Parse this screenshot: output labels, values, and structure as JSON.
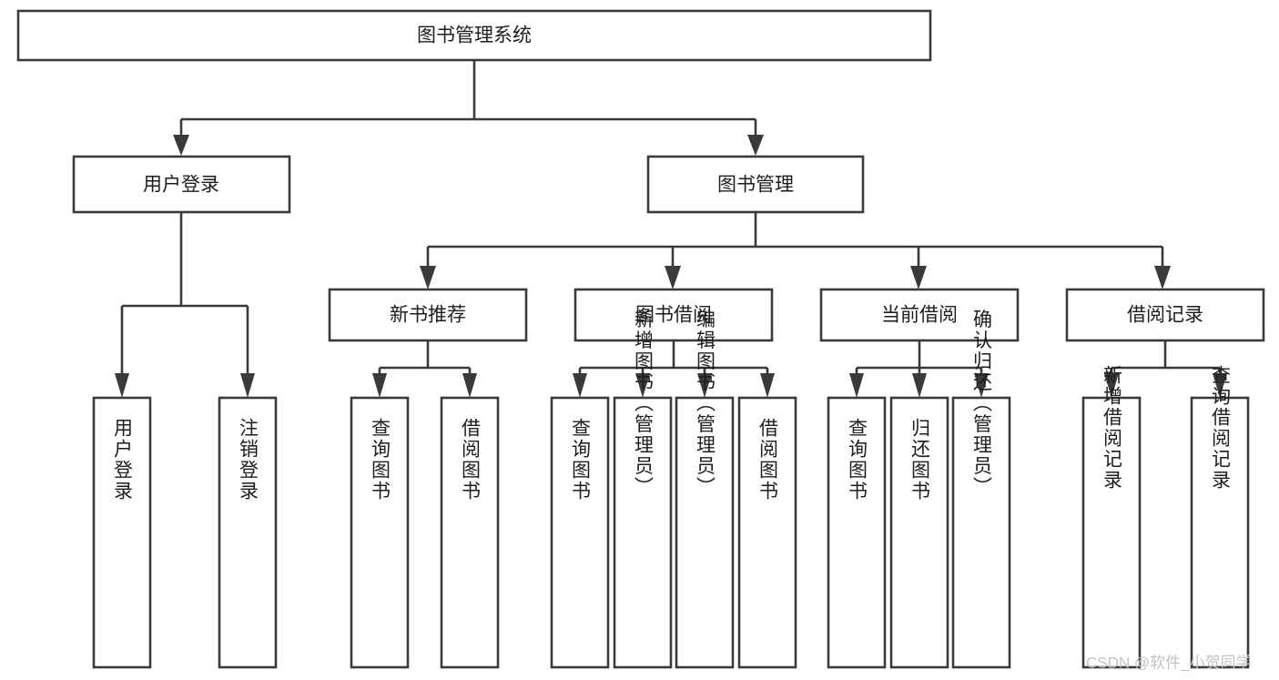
{
  "diagram": {
    "type": "tree-hierarchy",
    "title": "图书管理系统",
    "root": {
      "id": "root",
      "label": "图书管理系统"
    },
    "level1": [
      {
        "id": "user-login",
        "label": "用户登录"
      },
      {
        "id": "book-manage",
        "label": "图书管理"
      }
    ],
    "level2": [
      {
        "id": "new-book-recommend",
        "label": "新书推荐",
        "parent": "book-manage"
      },
      {
        "id": "book-borrow",
        "label": "图书借阅",
        "parent": "book-manage"
      },
      {
        "id": "current-borrow",
        "label": "当前借阅",
        "parent": "book-manage"
      },
      {
        "id": "borrow-record",
        "label": "借阅记录",
        "parent": "book-manage"
      }
    ],
    "leaves": {
      "user-login": [
        {
          "id": "leaf-user-login",
          "label": "用户登录"
        },
        {
          "id": "leaf-logout",
          "label": "注销登录"
        }
      ],
      "new-book-recommend": [
        {
          "id": "leaf-query-book-1",
          "label": "查询图书"
        },
        {
          "id": "leaf-borrow-book-1",
          "label": "借阅图书"
        }
      ],
      "book-borrow": [
        {
          "id": "leaf-query-book-2",
          "label": "查询图书"
        },
        {
          "id": "leaf-add-book",
          "label": "新增图书（管理员）"
        },
        {
          "id": "leaf-edit-book",
          "label": "编辑图书（管理员）"
        },
        {
          "id": "leaf-borrow-book-2",
          "label": "借阅图书"
        }
      ],
      "current-borrow": [
        {
          "id": "leaf-query-book-3",
          "label": "查询图书"
        },
        {
          "id": "leaf-return-book",
          "label": "归还图书"
        },
        {
          "id": "leaf-confirm-return",
          "label": "确认归还（管理员）"
        }
      ],
      "borrow-record": [
        {
          "id": "leaf-add-record",
          "label": "新增借阅记录"
        },
        {
          "id": "leaf-query-record",
          "label": "查询借阅记录"
        }
      ]
    }
  },
  "watermark": {
    "text": "CSDN @软件_小贺同学"
  },
  "colors": {
    "background": "#ffffff",
    "box_fill": "#ffffff",
    "box_stroke": "#3a3a3a",
    "text": "#1d1d1d",
    "watermark": "#c3c3c3"
  }
}
